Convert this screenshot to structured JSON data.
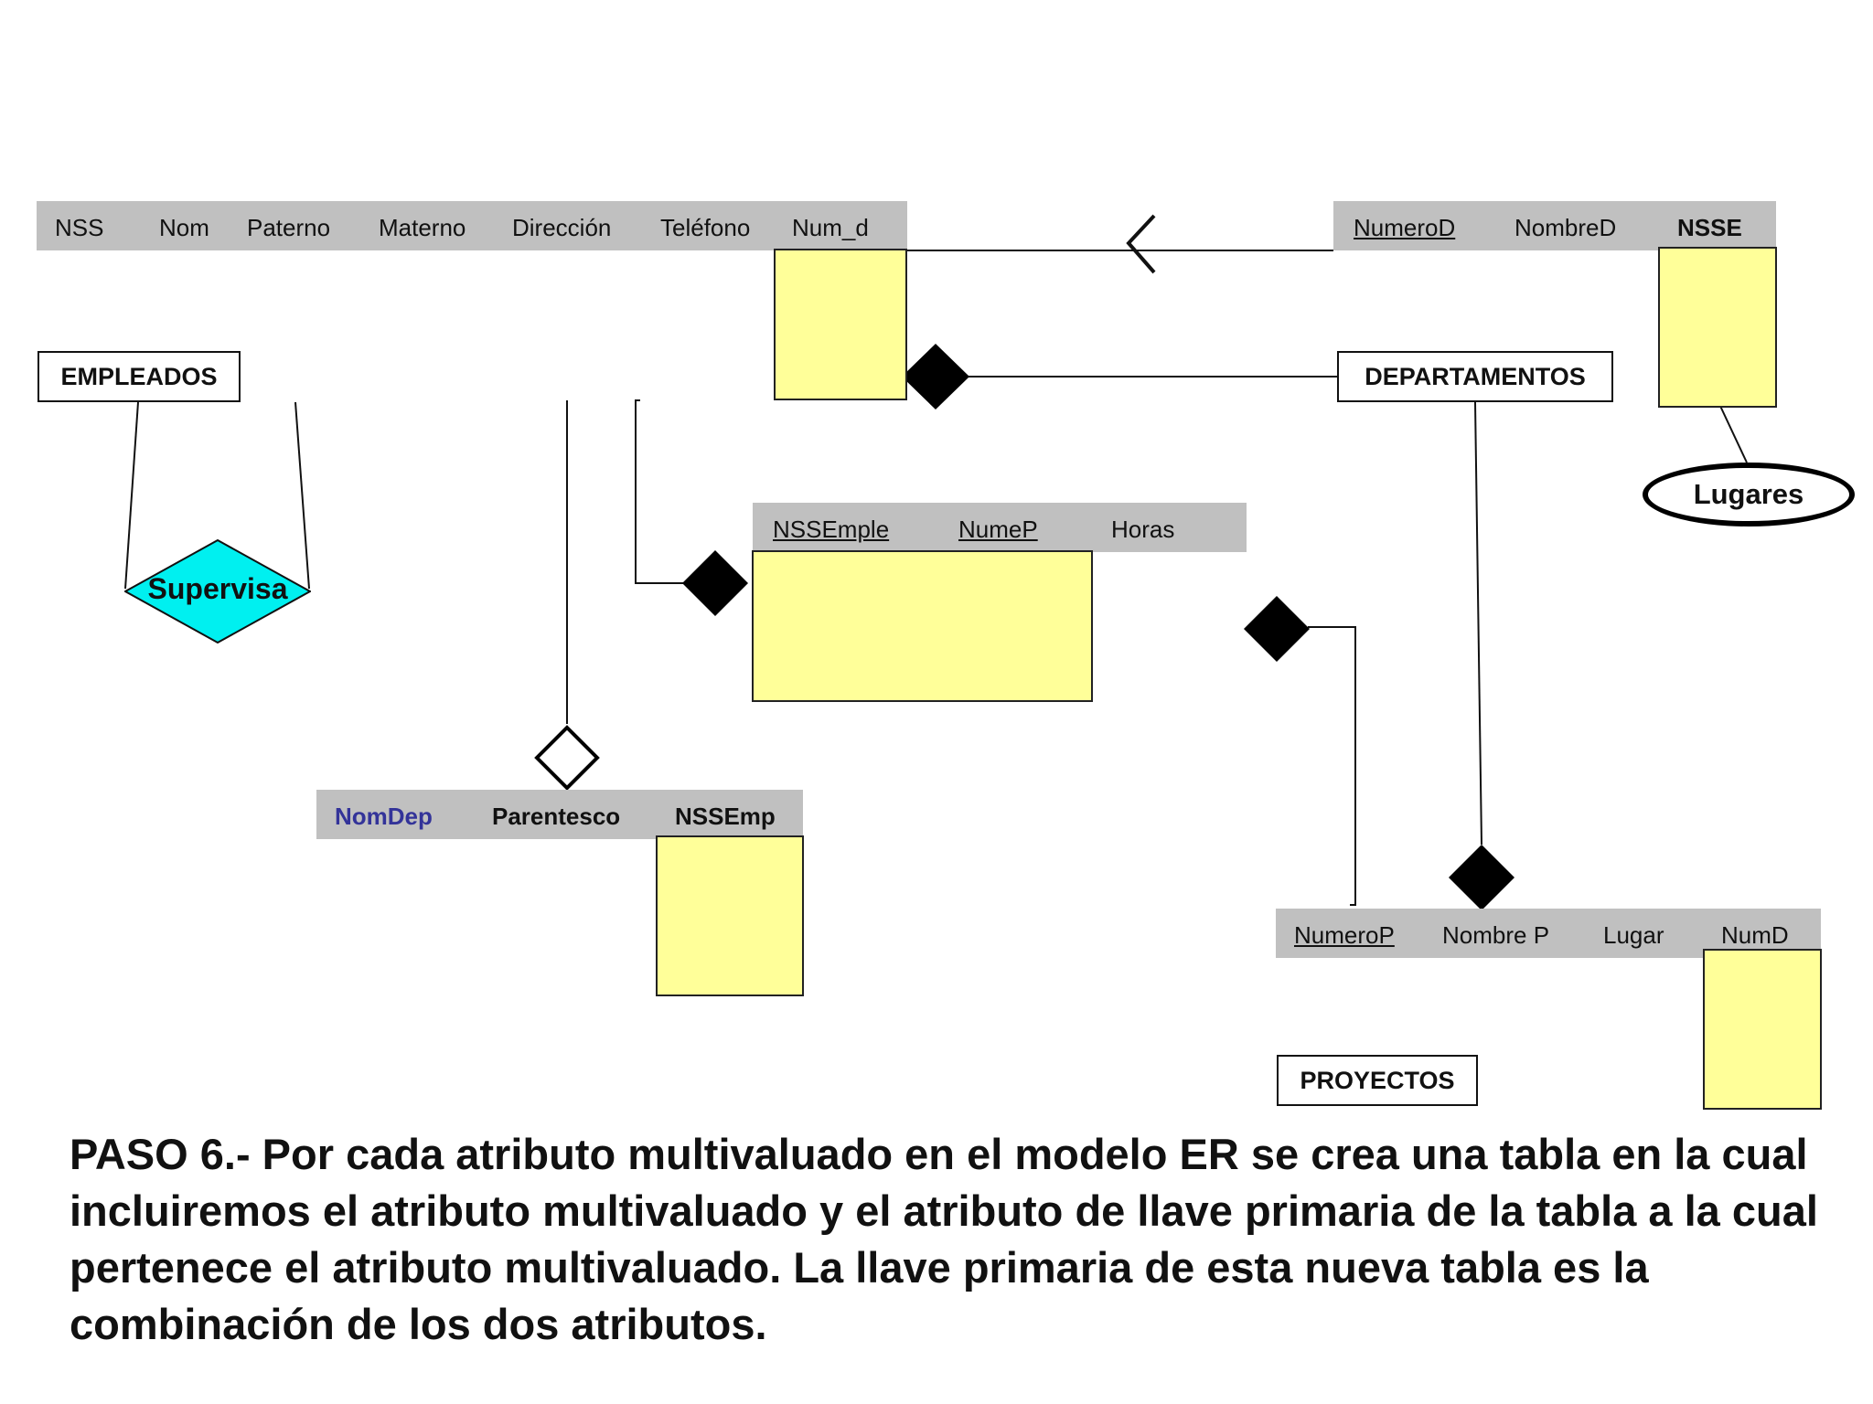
{
  "empleados": {
    "label": "EMPLEADOS",
    "fields": [
      "NSS",
      "Nom",
      "Paterno",
      "Materno",
      "Dirección",
      "Teléfono",
      "Num_d"
    ]
  },
  "departamentos": {
    "label": "DEPARTAMENTOS",
    "fields": [
      "NumeroD",
      "NombreD",
      "NSSE"
    ]
  },
  "lugares": {
    "label": "Lugares"
  },
  "supervisa": {
    "label": "Supervisa"
  },
  "trabaja": {
    "fields": [
      "NSSEmple",
      "NumeP",
      "Horas"
    ]
  },
  "dependientes": {
    "fields": [
      "NomDep",
      "Parentesco",
      "NSSEmp"
    ]
  },
  "proyectos": {
    "label": "PROYECTOS",
    "fields": [
      "NumeroP",
      "Nombre P",
      "Lugar",
      "NumD"
    ]
  },
  "caption": "PASO 6.- Por cada atributo multivaluado en el modelo ER se crea una tabla en la cual incluiremos el atributo multivaluado y el atributo de llave primaria de la tabla a la cual pertenece el atributo multivaluado. La llave primaria de esta nueva tabla es la combinación de los dos atributos.",
  "colors": {
    "header": "#c0c0c0",
    "note": "#ffff99",
    "relationship": "#00f0f0",
    "nomdep": "#333399"
  }
}
